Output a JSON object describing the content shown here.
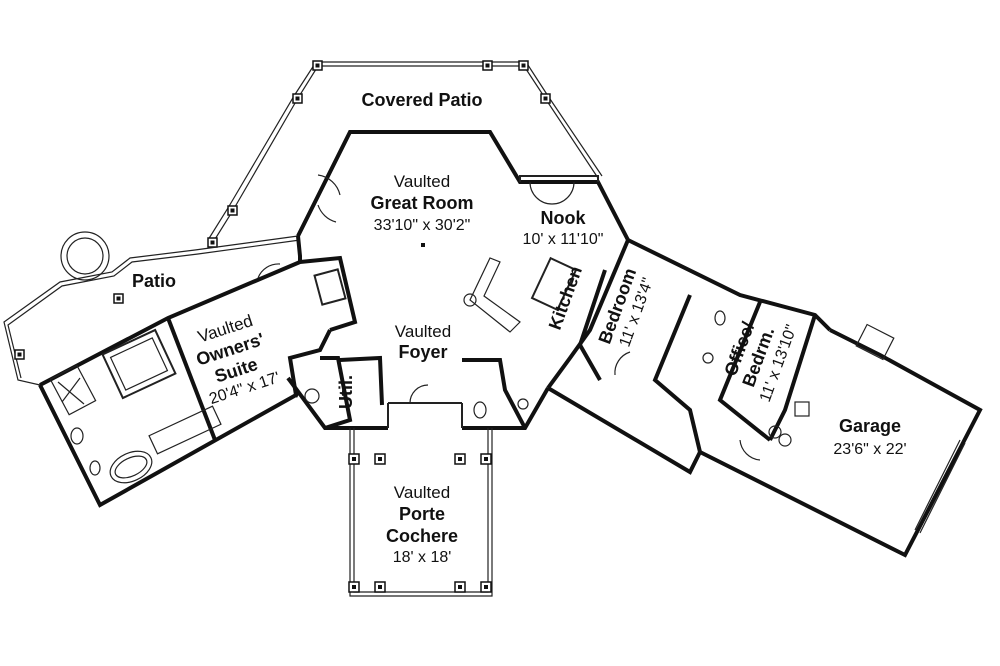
{
  "rooms": {
    "covered_patio": {
      "name": "Covered Patio"
    },
    "great_room": {
      "prefix": "Vaulted",
      "name": "Great Room",
      "dims": "33'10\" x 30'2\""
    },
    "nook": {
      "name": "Nook",
      "dims": "10' x 11'10\""
    },
    "kitchen": {
      "name": "Kitchen"
    },
    "bedroom": {
      "name": "Bedroom",
      "dims": "11' x 13'4\""
    },
    "office": {
      "name1": "Office/",
      "name2": "Bedrm.",
      "dims": "11' x 13'10\""
    },
    "garage": {
      "name": "Garage",
      "dims": "23'6\" x 22'"
    },
    "patio": {
      "name": "Patio"
    },
    "owners_suite": {
      "prefix": "Vaulted",
      "name1": "Owners'",
      "name2": "Suite",
      "dims": "20'4\" x 17'"
    },
    "foyer": {
      "prefix": "Vaulted",
      "name": "Foyer"
    },
    "util": {
      "name": "Util."
    },
    "porte_cochere": {
      "prefix": "Vaulted",
      "name1": "Porte",
      "name2": "Cochere",
      "dims": "18' x 18'"
    }
  }
}
